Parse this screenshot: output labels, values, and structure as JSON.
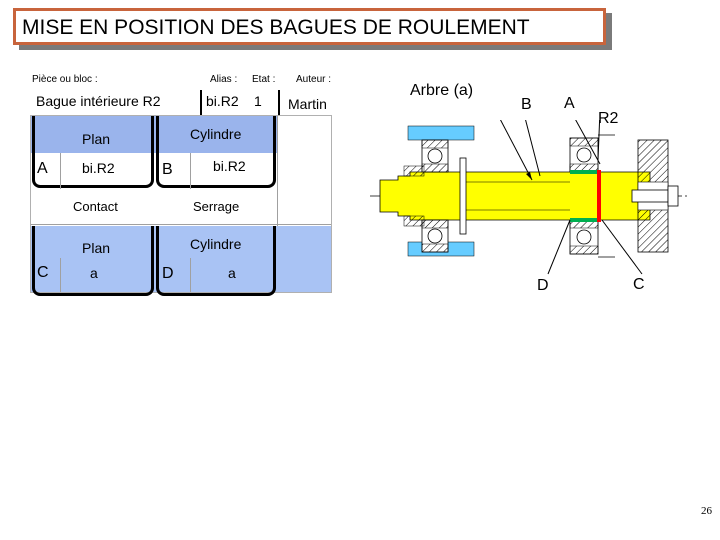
{
  "title": "MISE EN POSITION DES BAGUES DE ROULEMENT",
  "header": {
    "piece_label": "Pièce ou bloc :",
    "alias_label": "Alias :",
    "etat_label": "Etat :",
    "auteur_label": "Auteur :",
    "piece_value": "Bague intérieure R2",
    "alias_value": "bi.R2",
    "etat_value": "1",
    "auteur_value": "Martin"
  },
  "table": {
    "row1": {
      "left_type": "Plan",
      "right_type": "Cylindre",
      "left_letter": "A",
      "left_value": "bi.R2",
      "right_letter": "B",
      "right_value": "bi.R2"
    },
    "mid": {
      "left": "Contact",
      "right": "Serrage"
    },
    "row2": {
      "left_type": "Plan",
      "right_type": "Cylindre",
      "left_letter": "C",
      "left_value": "a",
      "right_letter": "D",
      "right_value": "a"
    }
  },
  "drawing": {
    "arbre_label": "Arbre (a)",
    "label_B": "B",
    "label_A": "A",
    "label_R2": "R2",
    "label_D": "D",
    "label_C": "C",
    "colors": {
      "shaft": "#ffff00",
      "bearing_ring": "#66ccff",
      "contact_green": "#00b050",
      "contact_red": "#ff0000",
      "hatch": "#000000"
    }
  },
  "page_number": "26"
}
